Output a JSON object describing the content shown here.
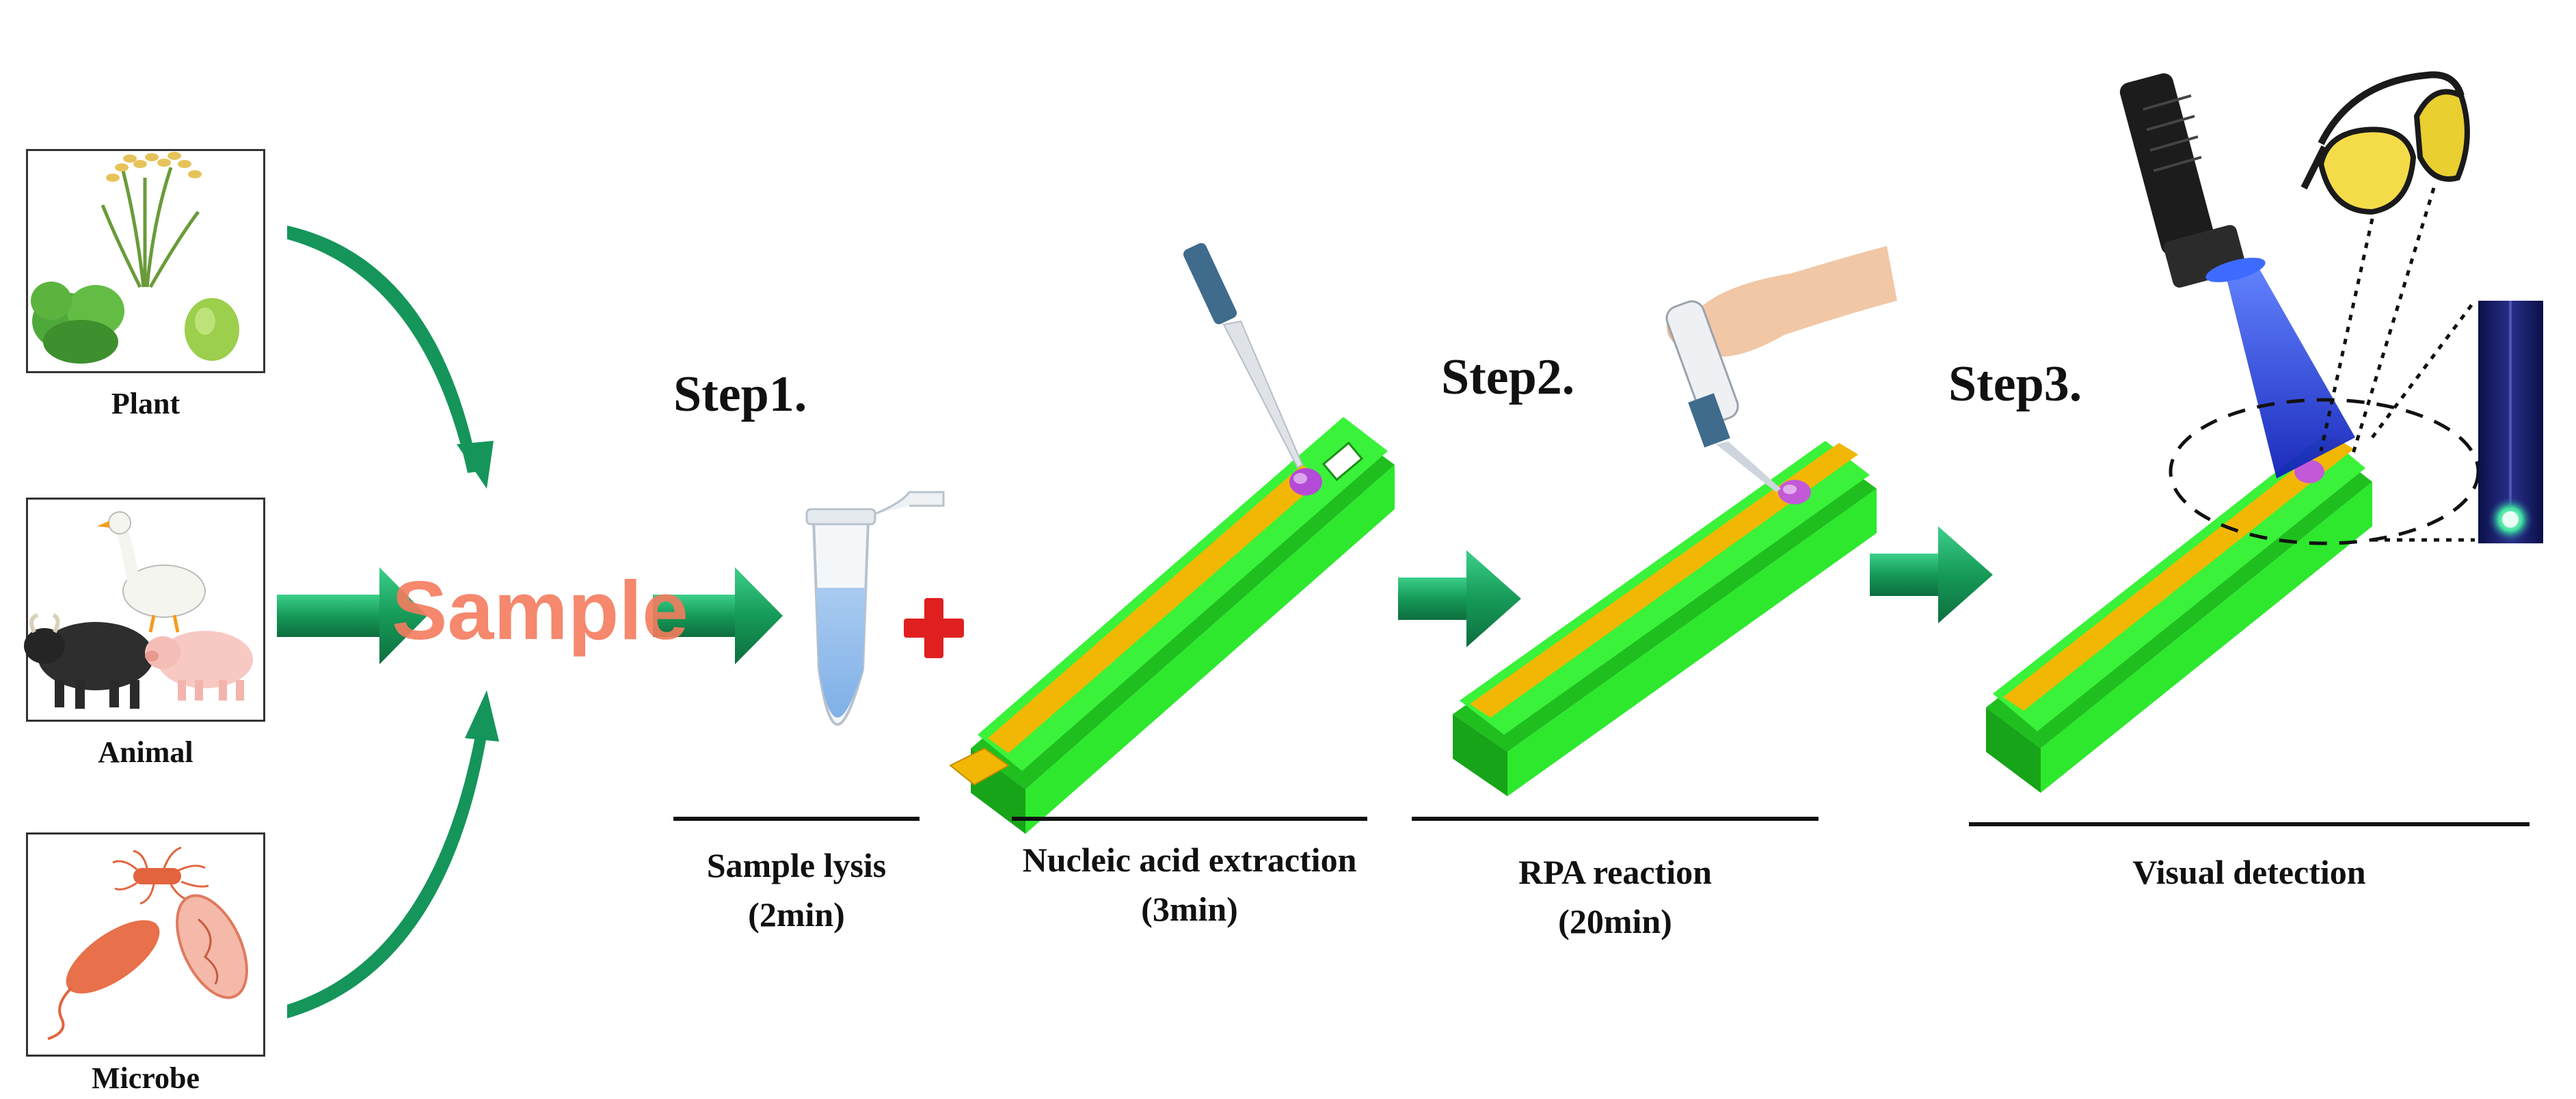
{
  "sources": {
    "plant": "Plant",
    "animal": "Animal",
    "microbe": "Microbe"
  },
  "sample_label": "Sample",
  "steps": {
    "step1": "Step1.",
    "step2": "Step2.",
    "step3": "Step3."
  },
  "captions": {
    "lysis_name": "Sample lysis",
    "lysis_time": "(2min)",
    "extract_name": "Nucleic acid extraction",
    "extract_time": "(3min)",
    "rpa_name": "RPA reaction",
    "rpa_time": "(20min)",
    "visual": "Visual detection"
  },
  "colors": {
    "arrow_green": "#1a9b5a",
    "device_green": "#2ee82e",
    "channel_yellow": "#f2b705",
    "sample_red": "#e8453c",
    "uv_blue": "#1a2fd6",
    "plus_red": "#e02020"
  },
  "icons": {
    "plant": "plant-illustration-icon",
    "animal": "animal-illustration-icon",
    "microbe": "microbe-illustration-icon",
    "tube": "microcentrifuge-tube-icon",
    "device": "test-strip-device-icon",
    "pipette": "pipette-icon",
    "flashlight": "flashlight-icon",
    "goggles": "goggles-icon"
  }
}
